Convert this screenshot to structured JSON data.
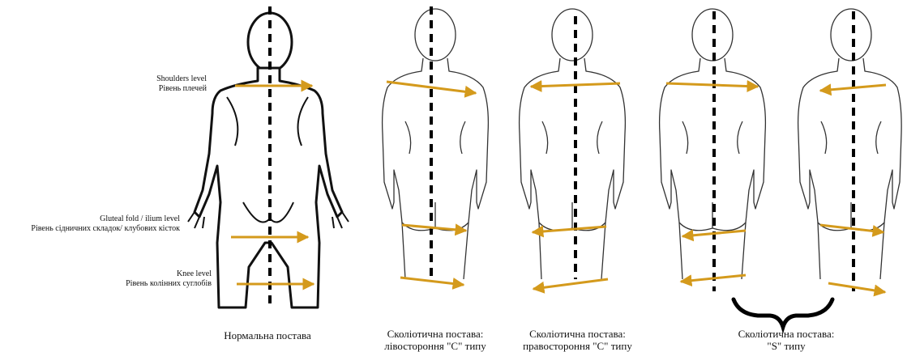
{
  "levels": {
    "shoulders": {
      "en": "Shoulders level",
      "uk": "Рівень плечей"
    },
    "gluteal": {
      "en": "Gluteal fold / ilium level",
      "uk": "Рівень сідничних складок/ клубових кісток"
    },
    "knee": {
      "en": "Knee level",
      "uk": "Рівень колінних суглобів"
    }
  },
  "captions": {
    "normal": {
      "line1": "Нормальна постава"
    },
    "c_left": {
      "line1": "Сколіотична постава:",
      "line2": "лівостороння \"С\" типу"
    },
    "c_right": {
      "line1": "Сколіотична постава:",
      "line2": "правостороння \"С\" типу"
    },
    "s_type": {
      "line1": "Сколіотична постава:",
      "line2": "\"S\" типу"
    }
  },
  "colors": {
    "arrow": "#d49a1c",
    "midline": "#000000",
    "outline": "#333333"
  }
}
